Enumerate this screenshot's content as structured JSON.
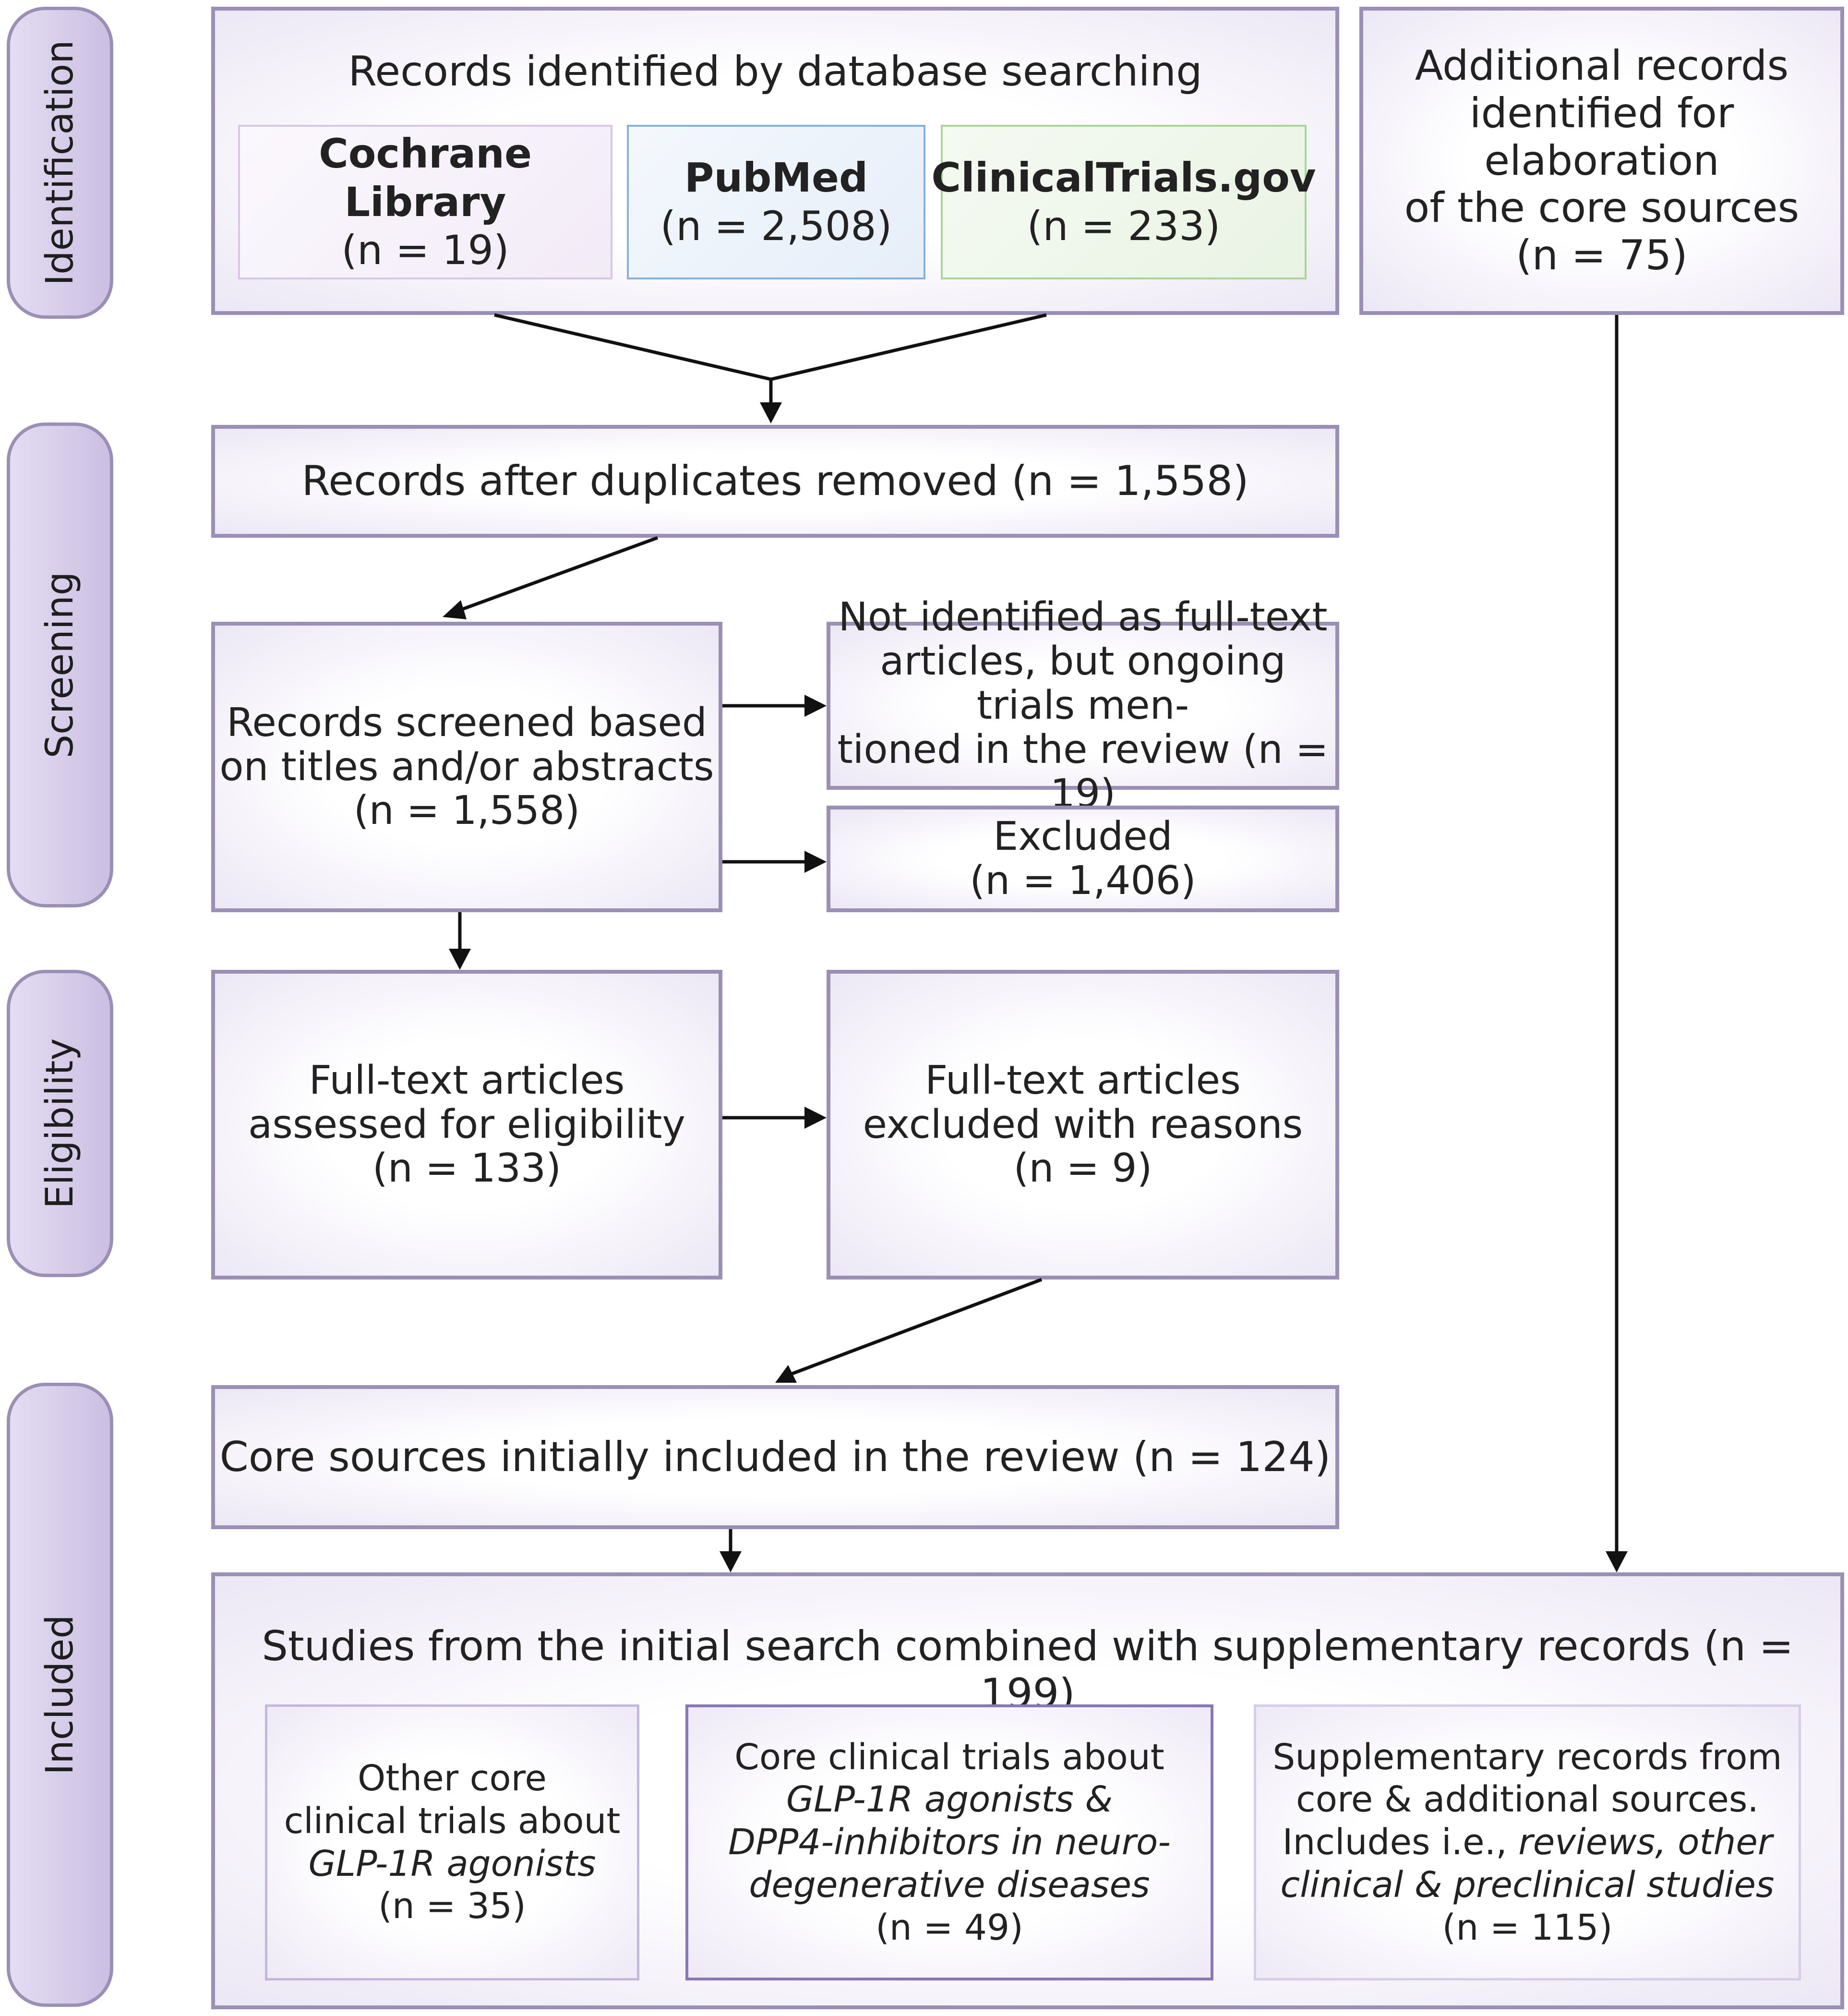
{
  "phases": {
    "identification": "Identification",
    "screening": "Screening",
    "eligibility": "Eligibility",
    "included": "Included"
  },
  "identification": {
    "database_title": "Records identified by database searching",
    "sources": [
      {
        "name": "Cochrane Library",
        "count": "(n = 19)",
        "color": "#d8c6e6"
      },
      {
        "name": "PubMed",
        "count": "(n = 2,508)",
        "color": "#86b1dd"
      },
      {
        "name": "ClinicalTrials.gov",
        "count": "(n = 233)",
        "color": "#a9d49a"
      }
    ],
    "additional": {
      "line1": "Additional records",
      "line2": "identified for elaboration",
      "line3": "of the core sources",
      "count": "(n = 75)"
    }
  },
  "screening": {
    "duplicates_removed": "Records after duplicates removed (n = 1,558)",
    "screened": {
      "line1": "Records screened based",
      "line2": "on titles and/or abstracts",
      "count": "(n = 1,558)"
    },
    "ongoing": {
      "line1": "Not identified as full-text",
      "line2": "articles, but ongoing trials men-",
      "line3": "tioned in the review (n = 19)"
    },
    "excluded": {
      "label": "Excluded",
      "count": "(n = 1,406)"
    }
  },
  "eligibility": {
    "assessed": {
      "line1": "Full-text articles",
      "line2": "assessed for eligibility",
      "count": "(n = 133)"
    },
    "excluded": {
      "line1": "Full-text articles",
      "line2": "excluded with reasons",
      "count": "(n = 9)"
    }
  },
  "included": {
    "core": "Core sources initially included in the review (n = 124)",
    "combined": "Studies from the initial search combined with supplementary records (n = 199)",
    "other_core": {
      "line1": "Other core",
      "line2": "clinical trials about",
      "line3": "GLP-1R agonists",
      "count": "(n = 35)"
    },
    "core_trials": {
      "line1": "Core clinical trials about",
      "line2": "GLP-1R agonists &",
      "line3": "DPP4-inhibitors in neuro-",
      "line4": "degenerative diseases",
      "count": "(n = 49)"
    },
    "supplementary": {
      "line1": "Supplementary records from",
      "line2": "core & additional sources.",
      "line3_plain": "Includes i.e., ",
      "line3_italic": "reviews, other",
      "line4": "clinical & preclinical studies",
      "count": "(n = 115)"
    }
  }
}
